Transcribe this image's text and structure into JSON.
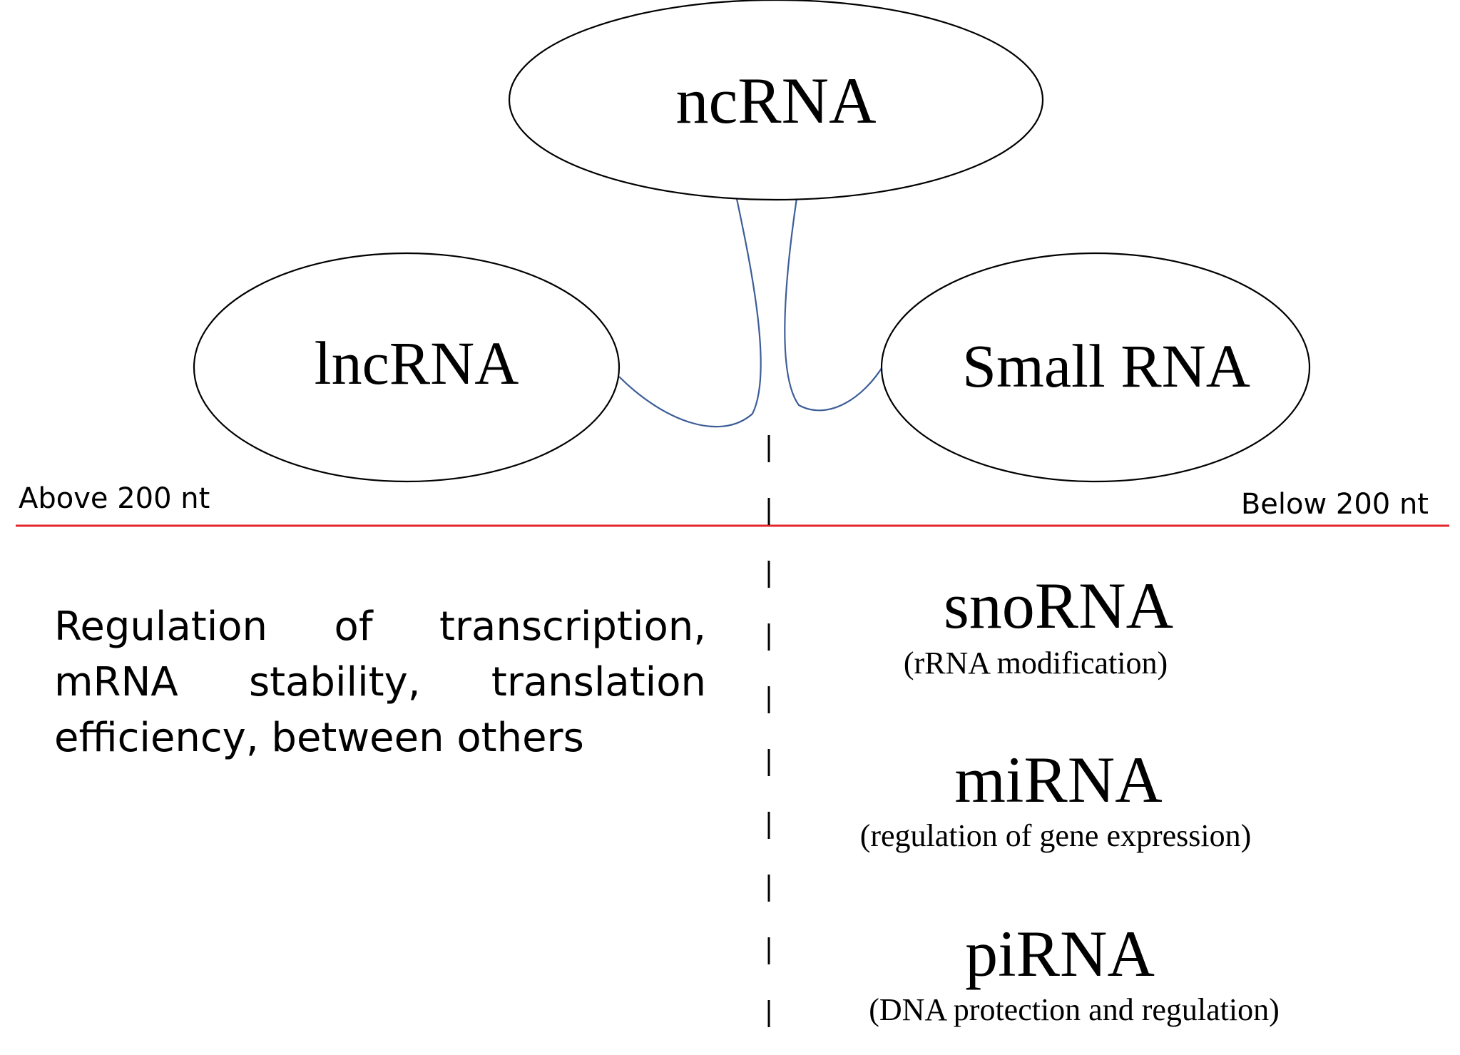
{
  "nodes": {
    "root": {
      "label": "ncRNA"
    },
    "long": {
      "label": "lncRNA"
    },
    "small": {
      "label": "Small RNA"
    }
  },
  "threshold": {
    "above_label": "Above 200 nt",
    "below_label": "Below 200 nt"
  },
  "lncrna_function": "Regulation of transcription, mRNA stability, translation efficiency, between others",
  "small_rnas": [
    {
      "name": "snoRNA",
      "function": "(rRNA modification)"
    },
    {
      "name": "miRNA",
      "function": "(regulation of gene expression)"
    },
    {
      "name": "piRNA",
      "function": "(DNA protection and regulation)"
    }
  ],
  "colors": {
    "connector": "#3c5d98",
    "threshold_line": "#e3262b"
  }
}
